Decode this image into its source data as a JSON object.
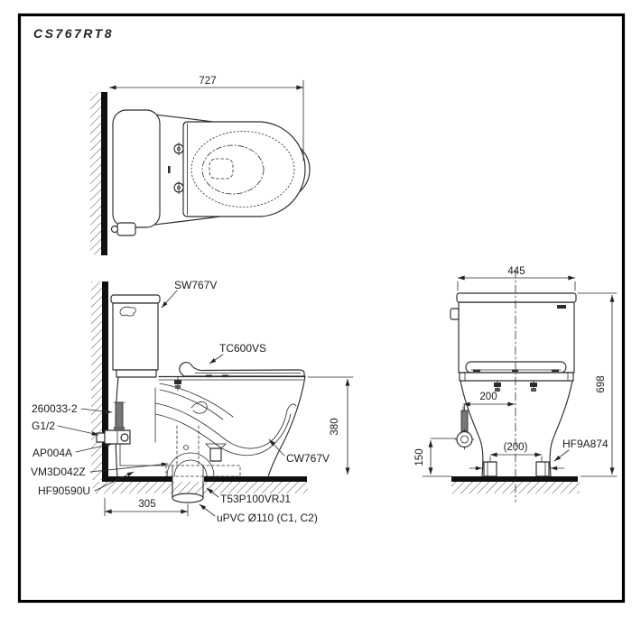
{
  "title": "CS767RT8",
  "colors": {
    "line": "#2a2a2a",
    "heavy": "#101010",
    "background": "#ffffff"
  },
  "top_view": {
    "width_dim": "727"
  },
  "side_view": {
    "cistern_label": "SW767V",
    "seat_label": "TC600VS",
    "supply_screw_label": "260033-2",
    "thread_label": "G1/2",
    "stop_valve_label": "AP004A",
    "hose_label": "VM3D042Z",
    "flange_label": "HF90590U",
    "bowl_label": "CW767V",
    "outlet_joint_label": "T53P100VRJ1",
    "drain_pipe_label": "uPVC Ø110 (C1, C2)",
    "rim_height_dim": "380",
    "outlet_offset_dim": "305"
  },
  "front_view": {
    "width_dim": "445",
    "height_dim": "698",
    "supply_offset_dim": "200",
    "bolt_spacing_dim": "(200)",
    "supply_height_dim": "150",
    "bolt_cap_label": "HF9A874"
  }
}
